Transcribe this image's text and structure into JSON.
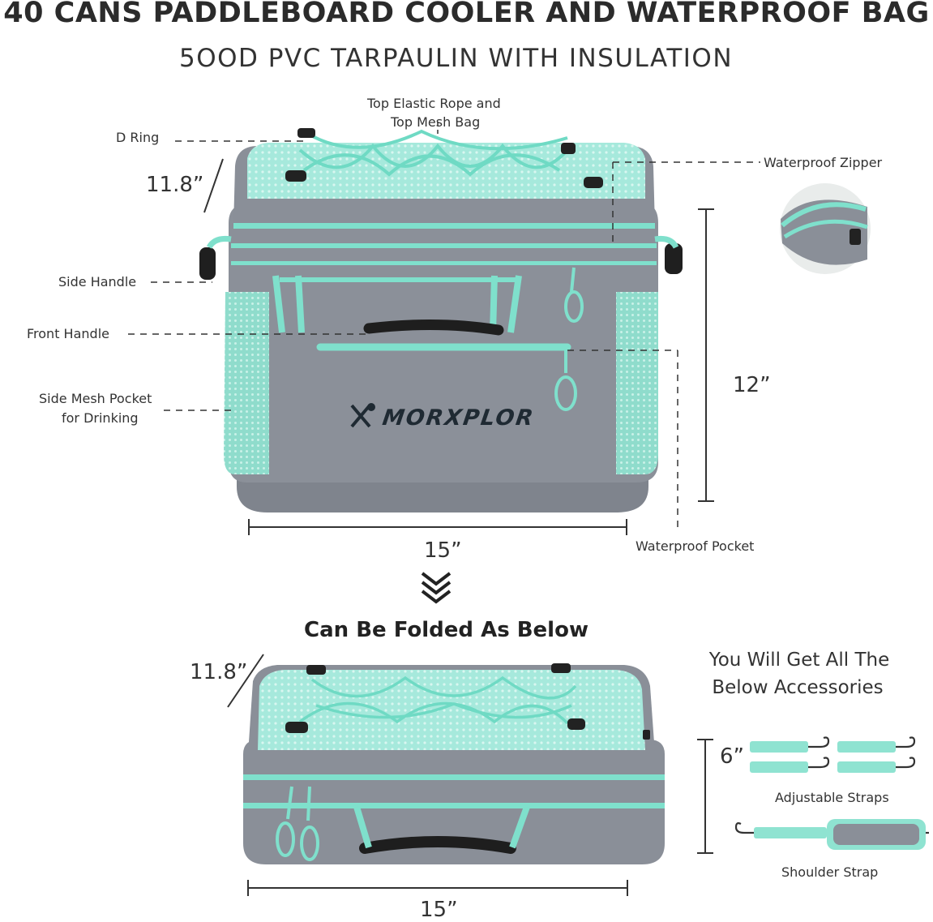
{
  "header": {
    "title": "40 CANS PADDLEBOARD COOLER AND WATERPROOF BAG",
    "subtitle": "5OOD PVC TARPAULIN WITH INSULATION"
  },
  "callouts": {
    "top_elastic_line1": "Top Elastic Rope and",
    "top_elastic_line2": "Top Mesh Bag",
    "d_ring": "D Ring",
    "waterproof_zipper": "Waterproof Zipper",
    "side_handle": "Side Handle",
    "front_handle": "Front Handle",
    "side_mesh_line1": "Side Mesh Pocket",
    "side_mesh_line2": "for Drinking",
    "waterproof_pocket": "Waterproof Pocket"
  },
  "dimensions": {
    "depth_top": "11.8”",
    "height": "12”",
    "width_top": "15”",
    "depth_bottom": "11.8”",
    "width_bottom": "15”",
    "strap_length": "6”"
  },
  "brand": {
    "logo_text": "MORXPLOR"
  },
  "folded": {
    "heading": "Can Be Folded As Below"
  },
  "accessories": {
    "title_line1": "You Will Get All The",
    "title_line2": "Below Accessories",
    "adjustable_straps": "Adjustable Straps",
    "shoulder_strap": "Shoulder Strap"
  },
  "colors": {
    "body_gray": "#8a8f98",
    "accent_mint": "#7fe0cc",
    "handle_black": "#2b2b2b"
  }
}
